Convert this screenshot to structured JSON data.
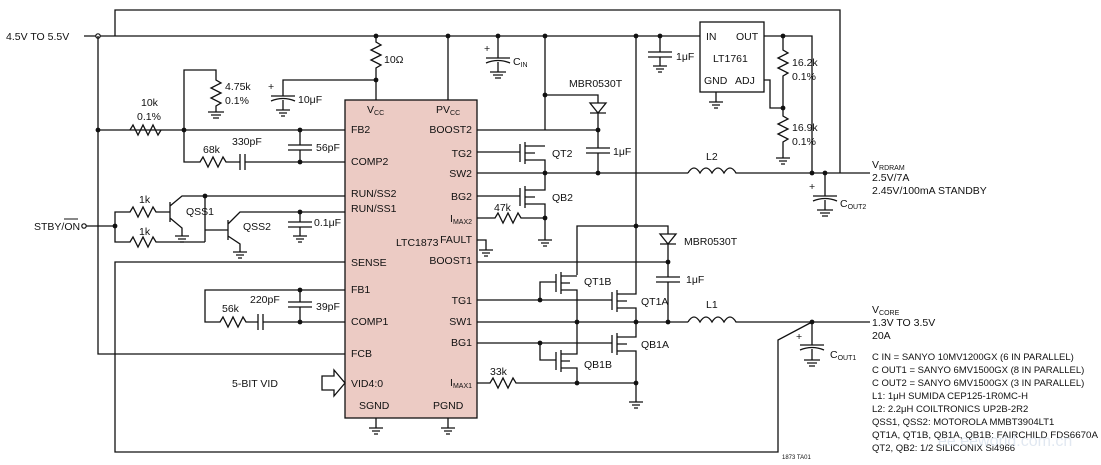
{
  "supply": {
    "label": "4.5V TO 5.5V"
  },
  "stby": {
    "label": "STBY/ON"
  },
  "vid": {
    "label": "5-BIT VID"
  },
  "ic_main": {
    "name": "LTC1873",
    "pins_left": [
      "V",
      "FB2",
      "COMP2",
      "RUN/SS2",
      "RUN/SS1",
      "SENSE",
      "FB1",
      "COMP1",
      "FCB",
      "VID4:0"
    ],
    "vcc_sub": "CC",
    "pvcc": "PV",
    "pvcc_sub": "CC",
    "pins_right": [
      "BOOST2",
      "TG2",
      "SW2",
      "BG2",
      "I",
      "FAULT",
      "BOOST1",
      "TG1",
      "SW1",
      "BG1",
      "I"
    ],
    "imax2_sub": "MAX2",
    "imax1_sub": "MAX1",
    "sgnd": "SGND",
    "pgnd": "PGND"
  },
  "ldo": {
    "name": "LT1761",
    "in": "IN",
    "out": "OUT",
    "gnd": "GND",
    "adj": "ADJ"
  },
  "components": {
    "r_10ohm": "10Ω",
    "r_475k": "4.75k",
    "r_475k_tol": "0.1%",
    "c_10uf": "10μF",
    "r_10k": "10k",
    "r_10k_tol": "0.1%",
    "r_68k": "68k",
    "c_330pf": "330pF",
    "c_56pf": "56pF",
    "r_1k_a": "1k",
    "r_1k_b": "1k",
    "qss1": "QSS1",
    "qss2": "QSS2",
    "c_01uf": "0.1μF",
    "cin": "C",
    "cin_sub": "IN",
    "c_1uf_ldo": "1μF",
    "r_162k": "16.2k",
    "r_162k_tol": "0.1%",
    "r_169k": "16.9k",
    "r_169k_tol": "0.1%",
    "d_boost2": "MBR0530T",
    "c_1uf_boost2": "1μF",
    "qt2": "QT2",
    "qb2": "QB2",
    "r_47k": "47k",
    "l2": "L2",
    "cout2": "C",
    "cout2_sub": "OUT2",
    "d_boost1": "MBR0530T",
    "c_1uf_boost1": "1μF",
    "qt1a": "QT1A",
    "qt1b": "QT1B",
    "qb1a": "QB1A",
    "qb1b": "QB1B",
    "l1": "L1",
    "r_56k": "56k",
    "c_220pf": "220pF",
    "c_39pf": "39pF",
    "r_33k": "33k",
    "cout1": "C",
    "cout1_sub": "OUT1"
  },
  "outputs": {
    "vrdram": "V",
    "vrdram_sub": "RDRAM",
    "vrdram_1": "2.5V/7A",
    "vrdram_2": "2.45V/100mA STANDBY",
    "vcore": "V",
    "vcore_sub": "CORE",
    "vcore_1": "1.3V TO 3.5V",
    "vcore_2": "20A"
  },
  "notes": [
    "C IN = SANYO 10MV1200GX (6 IN PARALLEL)",
    "C OUT1 = SANYO 6MV1500GX (8 IN PARALLEL)",
    "C OUT2 = SANYO 6MV1500GX (3 IN PARALLEL)",
    "L1: 1μH SUMIDA CEP125-1R0MC-H",
    "L2: 2.2μH COILTRONICS UP2B-2R2",
    "QSS1, QSS2: MOTOROLA MMBT3904LT1",
    "QT1A, QT1B, QB1A, QB1B: FAIRCHILD FDS6670A",
    "QT2, QB2: 1/2 SILICONIX Si4966"
  ],
  "figure_id": "1873 TA01",
  "watermark": "ee.eeworld.com.cn"
}
